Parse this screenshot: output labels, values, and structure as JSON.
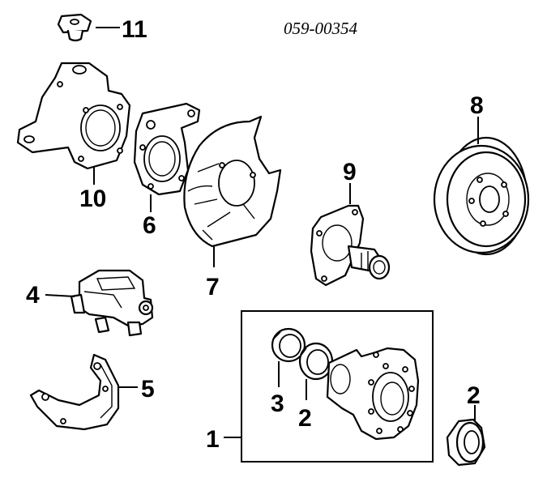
{
  "diagram": {
    "code": "059-00354",
    "callouts": {
      "c1": "1",
      "c2a": "2",
      "c2b": "2",
      "c3": "3",
      "c4": "4",
      "c5": "5",
      "c6": "6",
      "c7": "7",
      "c8": "8",
      "c9": "9",
      "c10": "10",
      "c11": "11"
    }
  }
}
